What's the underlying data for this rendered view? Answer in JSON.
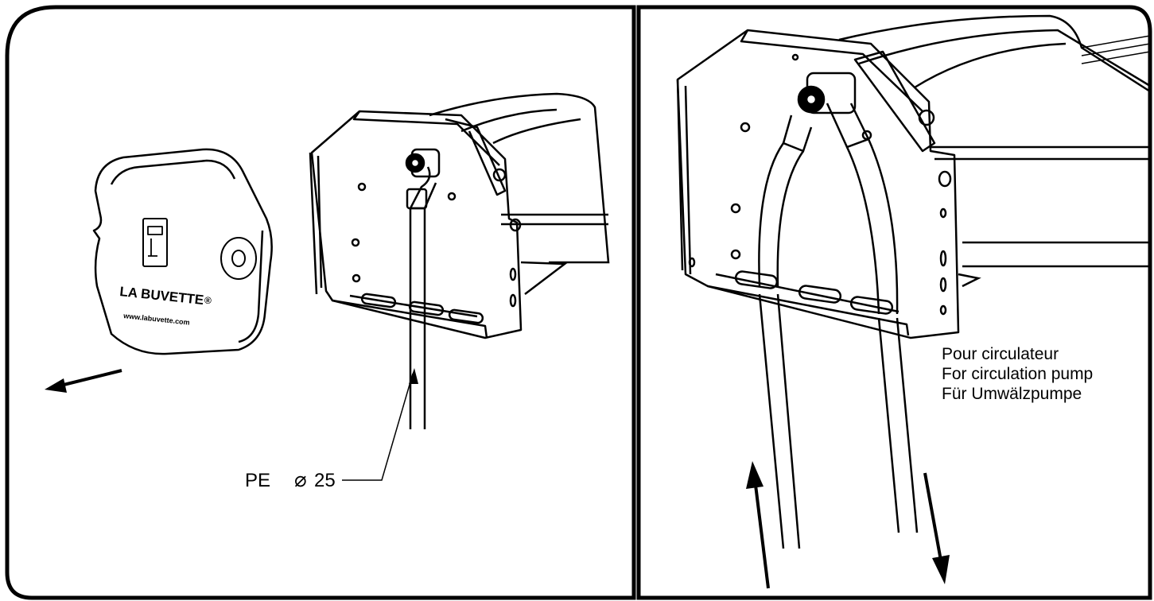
{
  "left_panel": {
    "cover_brand": "LA BUVETTE",
    "cover_registered": "®",
    "cover_website": "www.labuvette.com",
    "pipe_label_prefix": "PE",
    "pipe_diameter_symbol": "⌀",
    "pipe_diameter_value": "25"
  },
  "right_panel": {
    "caption_lines": [
      "Pour circulateur",
      "For circulation pump",
      "Für Umwälzpumpe"
    ]
  },
  "colors": {
    "line": "#000000",
    "background": "#ffffff"
  }
}
